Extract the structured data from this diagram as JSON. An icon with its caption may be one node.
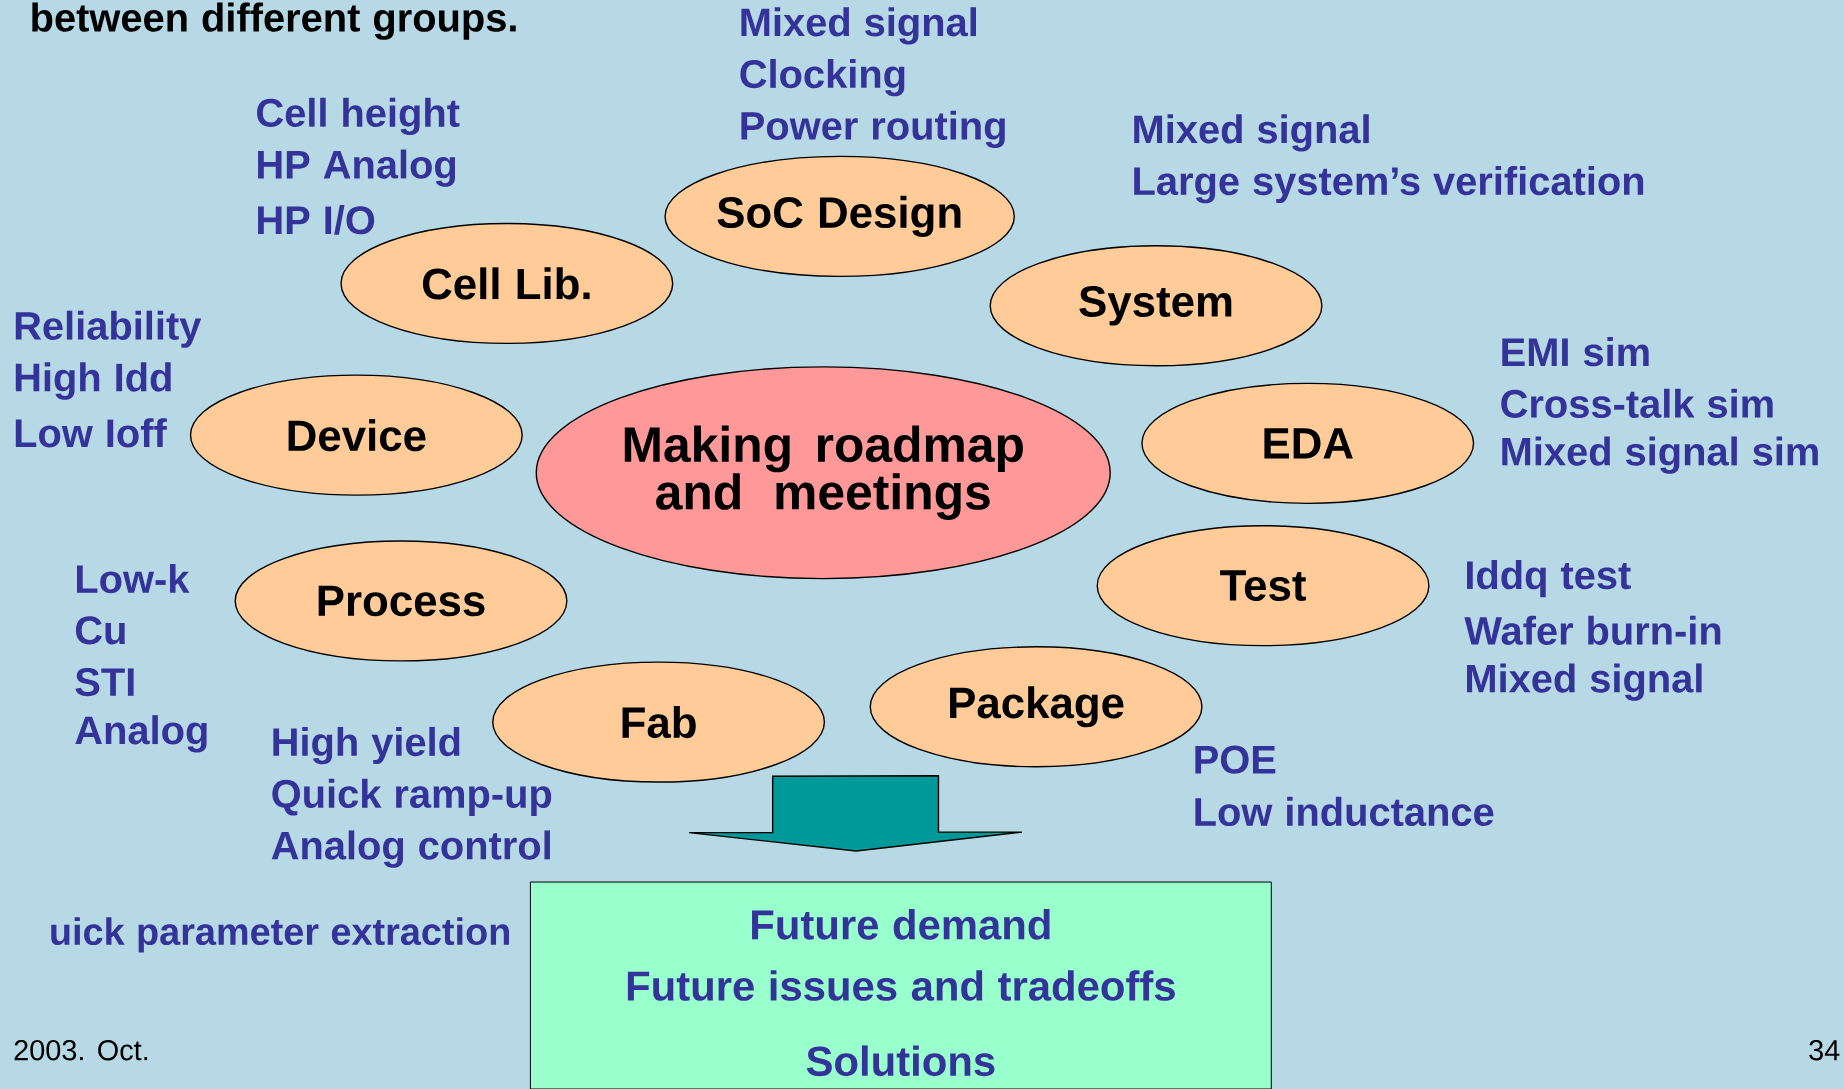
{
  "diagram": {
    "title": "between different groups.",
    "nodes": [
      {
        "text": [
          "Making roadmap and meetings"
        ]
      },
      {
        "text": [
          "SoC Design"
        ],
        "beside": [
          "Mixed signal",
          "Clocking",
          "Power routing"
        ]
      },
      {
        "text": [
          "Cell Lib."
        ],
        "beside": [
          "Cell height",
          "HP Analog",
          "HP I/O"
        ]
      },
      {
        "text": [
          "System"
        ],
        "beside": [
          "Mixed signal",
          "Large system’s verification"
        ]
      },
      {
        "text": [
          "Device"
        ],
        "beside": [
          "Reliability",
          "High Idd",
          "Low Ioff"
        ]
      },
      {
        "text": [
          "EDA"
        ],
        "beside": [
          "EMI sim",
          "Cross-talk sim",
          "Mixed signal sim"
        ]
      },
      {
        "text": [
          "Process"
        ],
        "beside": [
          "Low-k",
          "Cu",
          "STI",
          "Analog"
        ]
      },
      {
        "text": [
          "Test"
        ],
        "beside": [
          "Iddq test",
          "Wafer burn-in",
          "Mixed signal"
        ]
      },
      {
        "text": [
          "Fab"
        ],
        "beside": [
          "High yield",
          "Quick ramp-up",
          "Analog control"
        ]
      },
      {
        "text": [
          "Package"
        ],
        "beside": [
          "POE",
          "Low inductance"
        ]
      },
      {
        "text": [
          "Future demand",
          "Future issues and tradeoffs",
          "Solutions"
        ]
      }
    ],
    "edges": [
      {
        "from": null,
        "to": 10,
        "arrow": "to"
      }
    ],
    "labels": [
      "uick parameter extraction",
      "2003. Oct.",
      "34"
    ]
  }
}
